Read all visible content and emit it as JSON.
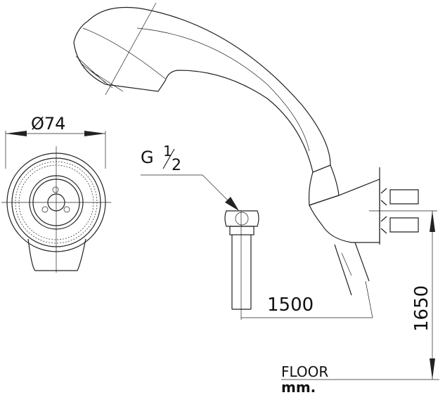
{
  "labels": {
    "diameter": "Ø74",
    "thread_g": "G",
    "thread_num": "1",
    "thread_den": "2",
    "hose_length": "1500",
    "mount_height": "1650",
    "floor": "FLOOR",
    "unit": "mm."
  },
  "colors": {
    "line": "#222222",
    "background": "#ffffff"
  }
}
